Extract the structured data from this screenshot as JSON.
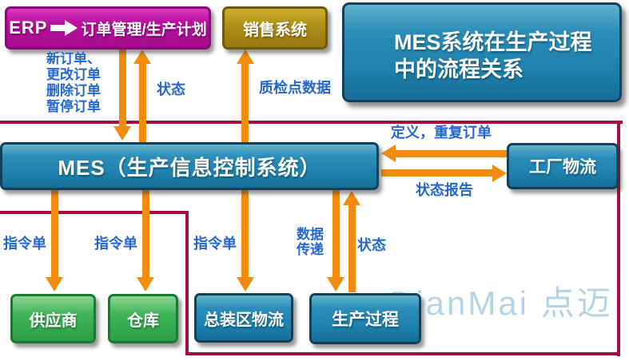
{
  "colors": {
    "arrow_orange": "#F28C0F",
    "boundary_red": "#A80D3C",
    "label_blue": "#2567D0",
    "box_magenta": "#BC10A2",
    "box_gold": "#B1911A",
    "box_blue": "#1E80AC",
    "box_green": "#2FA449",
    "watermark_blue": "#B3D3E8"
  },
  "boxes": {
    "erp": {
      "prefix": "ERP",
      "label": "订单管理/生产计划"
    },
    "sales": {
      "label": "销售系统"
    },
    "title": {
      "line1": "MES系统在生产过程",
      "line2": "中的流程关系"
    },
    "mes": {
      "label": "MES（生产信息控制系统）"
    },
    "factory_logistics": {
      "label": "工厂物流"
    },
    "supplier": {
      "label": "供应商"
    },
    "warehouse": {
      "label": "仓库"
    },
    "assembly_logistics": {
      "label": "总装区物流"
    },
    "production": {
      "label": "生产过程"
    }
  },
  "flow_labels": {
    "order_ops": "新订单、\n更改订单\n删除订单\n暂停订单",
    "status_to_erp": "状态",
    "quality_check_data": "质检点数据",
    "define_repeat_order": "定义，重复订单",
    "status_report": "状态报告",
    "dispatch_supplier": "指令单",
    "dispatch_warehouse": "指令单",
    "dispatch_assembly": "指令单",
    "data_transfer": "数据\n传递",
    "status_from_production": "状态"
  },
  "watermark": "DianMai 点迈"
}
